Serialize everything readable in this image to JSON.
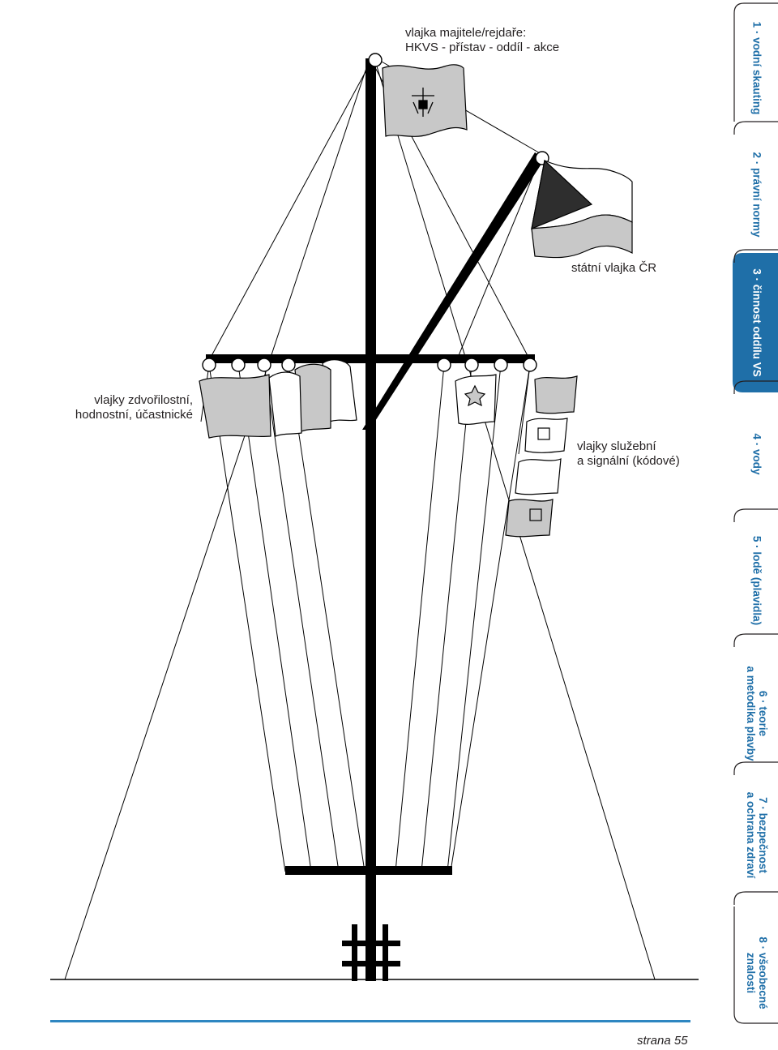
{
  "captions": {
    "owner_flag_line1": "vlajka majitele/rejdaře:",
    "owner_flag_line2": "HKVS - přístav - oddíl - akce",
    "state_flag": "státní vlajka ČR",
    "courtesy_flags_line1": "vlajky zdvořilostní,",
    "courtesy_flags_line2": "hodnostní, účastnické",
    "service_flags_line1": "vlajky služební",
    "service_flags_line2": "a signální (kódové)"
  },
  "page_number": "strana 55",
  "colors": {
    "tab_accent": "#1f6fa8",
    "active_tab_fill": "#1f6fa8",
    "flag_grey": "#c8c8c8",
    "flag_dark": "#2e2e2e",
    "mast": "#000000",
    "bottom_rule": "#2e86c1"
  },
  "tabs": [
    {
      "line1": "1 · vodní skauting",
      "line2": "",
      "active": false
    },
    {
      "line1": "2 · právní normy",
      "line2": "",
      "active": false
    },
    {
      "line1": "3 · činnost oddílu VS",
      "line2": "",
      "active": true
    },
    {
      "line1": "4 · vody",
      "line2": "",
      "active": false
    },
    {
      "line1": "5 · lodě (plavidla)",
      "line2": "",
      "active": false
    },
    {
      "line1": "6 · teorie",
      "line2": "a metodika plavby",
      "active": false
    },
    {
      "line1": "7 · bezpečnost",
      "line2": "a ochrana zdraví",
      "active": false
    },
    {
      "line1": "8 · všeobecné",
      "line2": "znalosti",
      "active": false
    }
  ]
}
